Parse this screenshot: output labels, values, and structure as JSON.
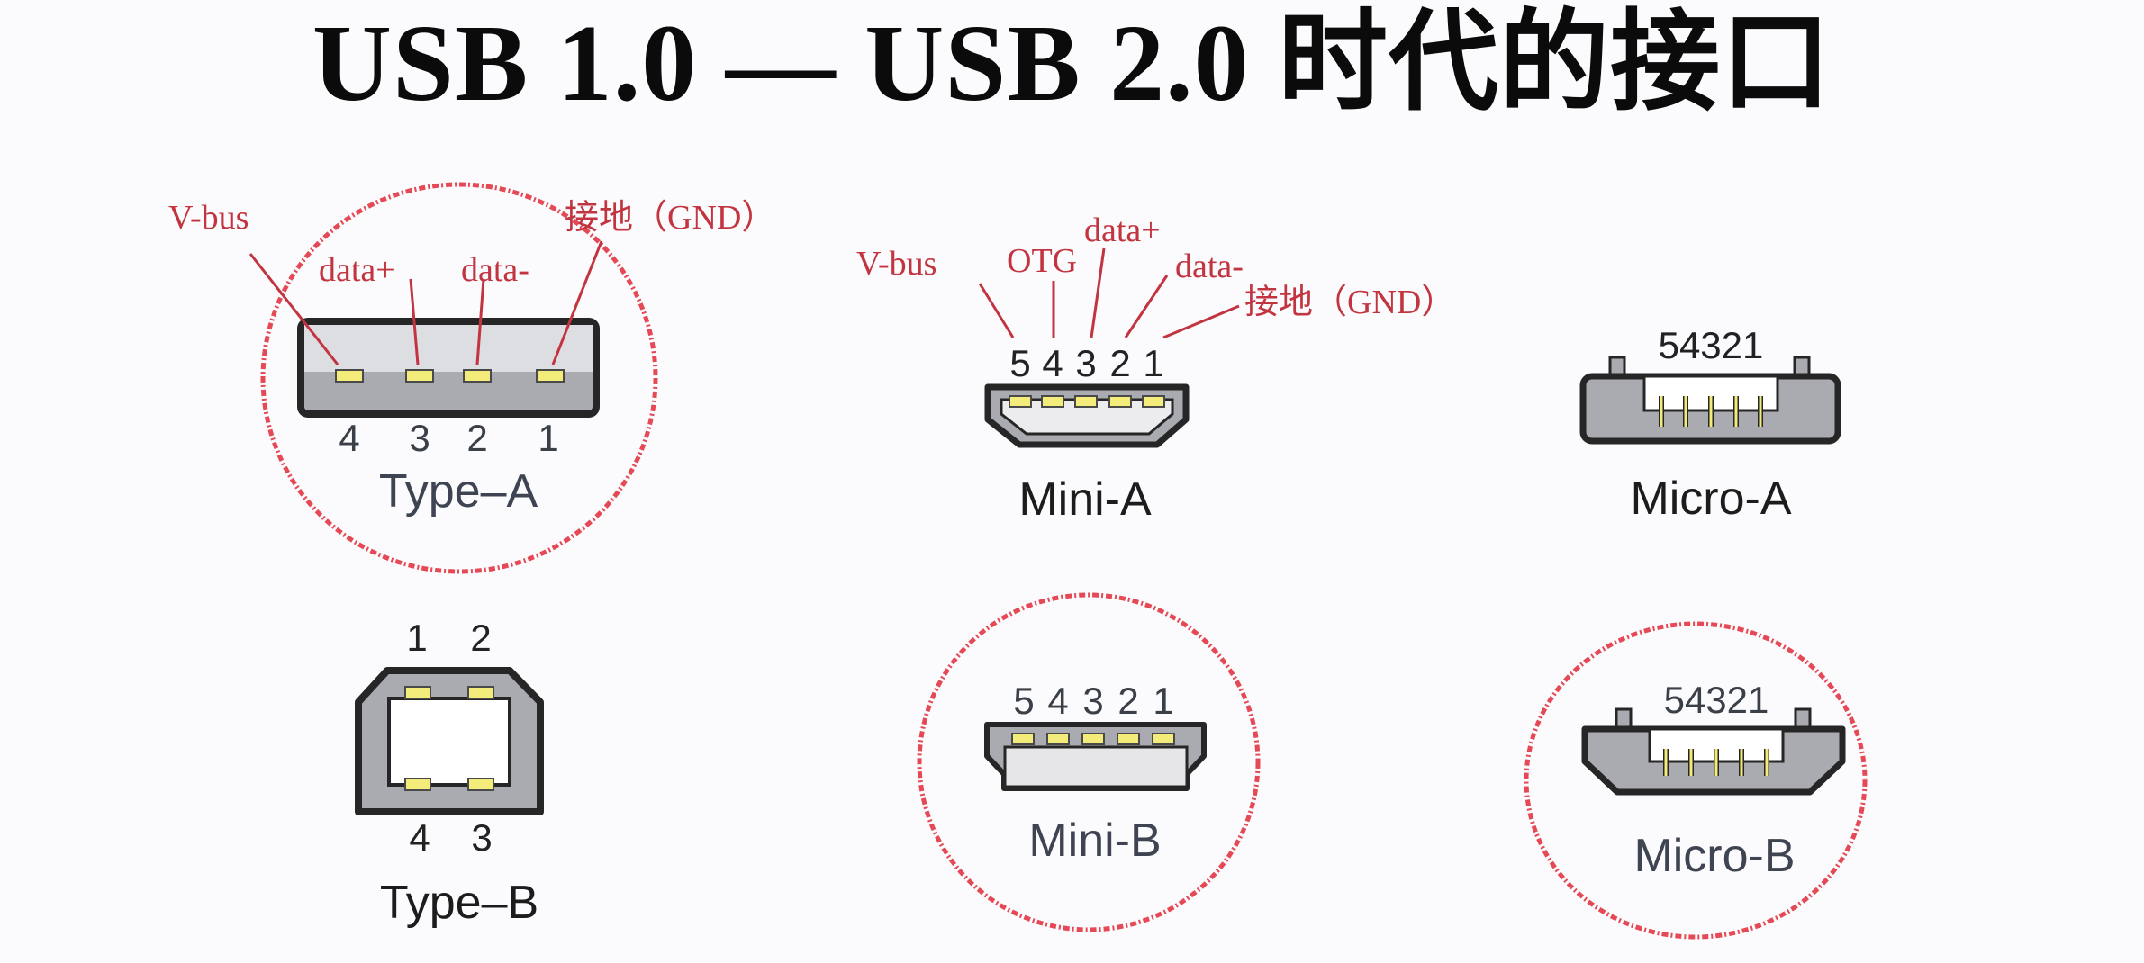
{
  "title": "USB 1.0 — USB 2.0 时代的接口",
  "colors": {
    "annotation": "#c23540",
    "highlight_circle": "#e0303e",
    "pin_contact": "#f3ec7a",
    "connector_body": "#a9abb0",
    "connector_outline": "#262626"
  },
  "type_a": {
    "caption": "Type–A",
    "pins": [
      "4",
      "3",
      "2",
      "1"
    ],
    "labels": {
      "vbus": "V-bus",
      "data_plus": "data+",
      "data_minus": "data-",
      "gnd": "接地（GND）"
    },
    "highlighted": true
  },
  "type_b": {
    "caption": "Type–B",
    "pins_top": [
      "1",
      "2"
    ],
    "pins_bottom": [
      "4",
      "3"
    ],
    "highlighted": false
  },
  "mini_a": {
    "caption": "Mini-A",
    "pins": [
      "5",
      "4",
      "3",
      "2",
      "1"
    ],
    "labels": {
      "vbus": "V-bus",
      "otg": "OTG",
      "data_plus": "data+",
      "data_minus": "data-",
      "gnd": "接地（GND）"
    },
    "highlighted": false
  },
  "mini_b": {
    "caption": "Mini-B",
    "pins": [
      "5",
      "4",
      "3",
      "2",
      "1"
    ],
    "highlighted": true
  },
  "micro_a": {
    "caption": "Micro-A",
    "pins": "54321",
    "highlighted": false
  },
  "micro_b": {
    "caption": "Micro-B",
    "pins": "54321",
    "highlighted": true
  }
}
